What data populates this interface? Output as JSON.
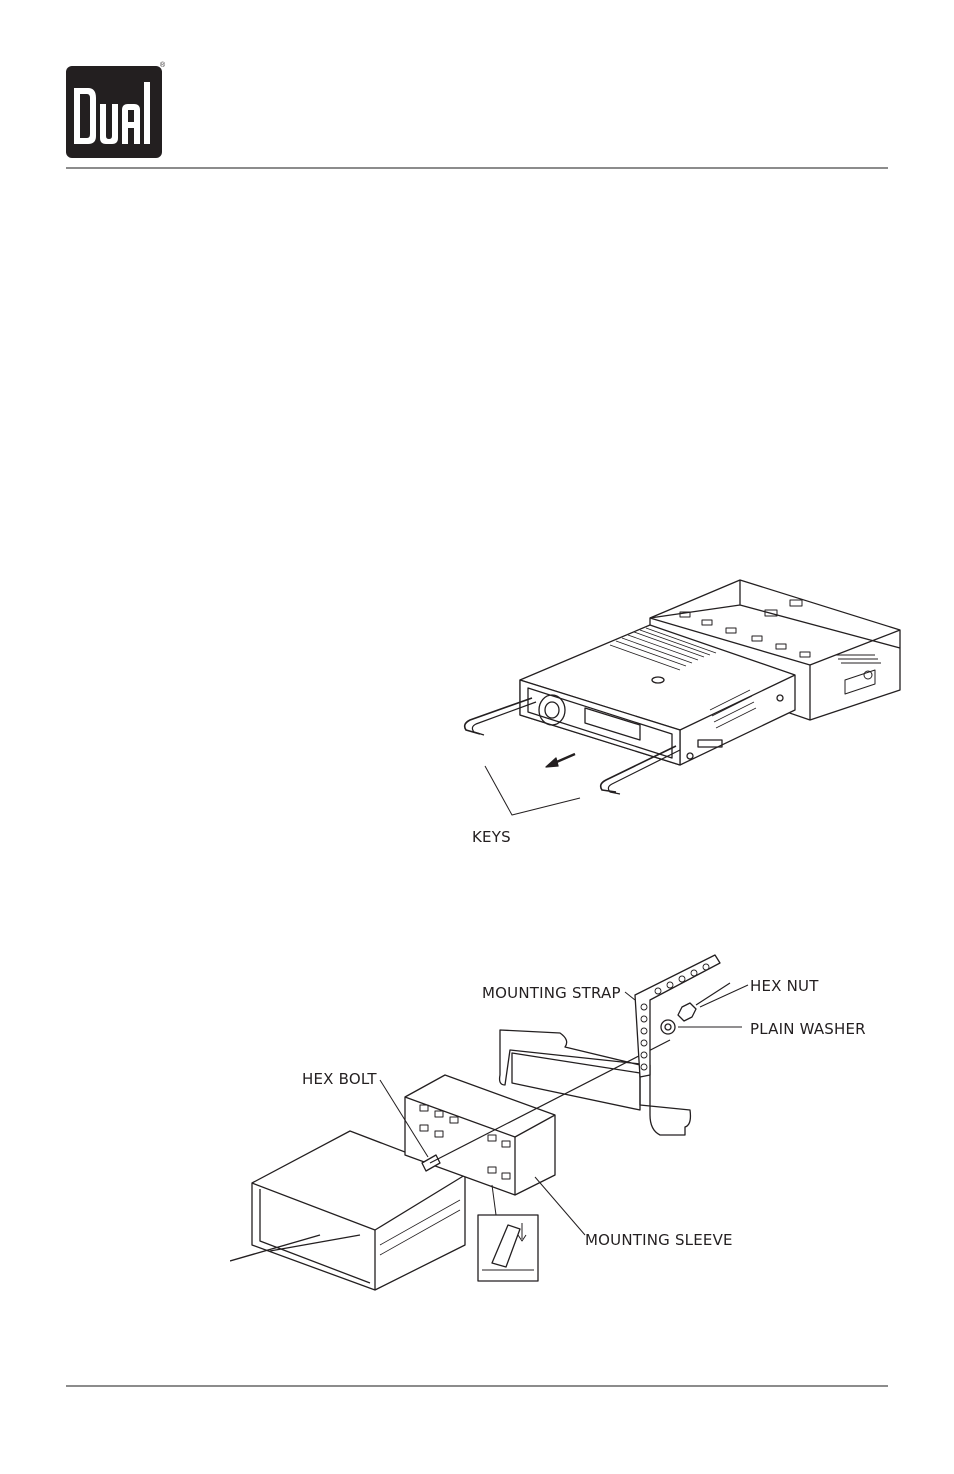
{
  "logo": {
    "brand": "Dual",
    "registered": "®"
  },
  "figure_1": {
    "callouts": {
      "keys": "KEYS"
    }
  },
  "figure_2": {
    "callouts": {
      "mounting_strap": "MOUNTING STRAP",
      "hex_nut": "HEX NUT",
      "plain_washer": "PLAIN WASHER",
      "hex_bolt": "HEX BOLT",
      "mounting_sleeve": "MOUNTING SLEEVE"
    }
  }
}
